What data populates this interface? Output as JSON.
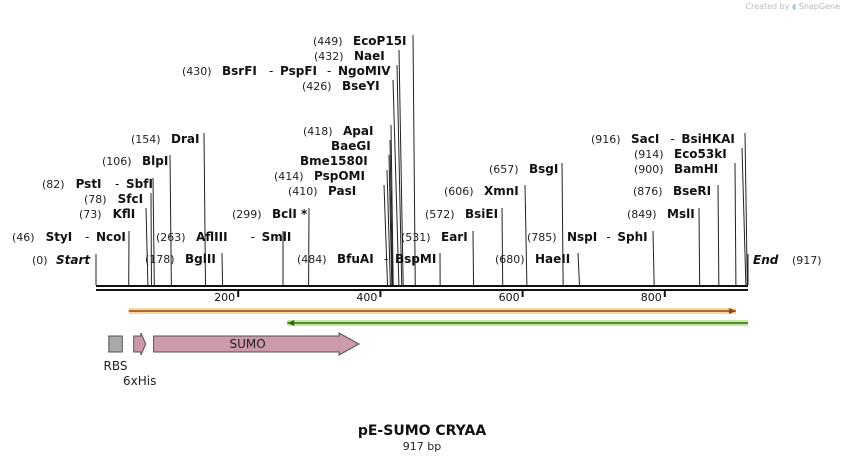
{
  "credit": {
    "prefix": "Created by",
    "brand": "SnapGene"
  },
  "title": "pE-SUMO CRYAA",
  "subtitle": "917 bp",
  "sequence_length": 917,
  "ends": {
    "start_label": "Start",
    "start_pos": "(0)",
    "end_label": "End",
    "end_pos": "(917)"
  },
  "ruler_ticks": [
    200,
    400,
    600,
    800
  ],
  "colors": {
    "forward_arrow": "#fbd5a5",
    "forward_line": "#8a4a12",
    "reverse_arrow": "#c3e9a0",
    "reverse_line": "#2e6a12",
    "sumo": "#cc9aab",
    "his": "#cc9aab",
    "rbs": "#a8a8a8"
  },
  "sites": [
    {
      "pos_label": "(46)",
      "names": [
        "StyI",
        "NcoI"
      ],
      "cut": 46
    },
    {
      "pos_label": "(73)",
      "names": [
        "KflI"
      ],
      "cut": 73
    },
    {
      "pos_label": "(78)",
      "names": [
        "SfcI"
      ],
      "cut": 78
    },
    {
      "pos_label": "(82)",
      "names": [
        "PstI",
        "SbfI"
      ],
      "cut": 82
    },
    {
      "pos_label": "(106)",
      "names": [
        "BlpI"
      ],
      "cut": 106
    },
    {
      "pos_label": "(154)",
      "names": [
        "DraI"
      ],
      "cut": 154
    },
    {
      "pos_label": "(178)",
      "names": [
        "BglII"
      ],
      "cut": 178
    },
    {
      "pos_label": "(263)",
      "names": [
        "AflIII",
        "SmlI"
      ],
      "cut": 263
    },
    {
      "pos_label": "(299)",
      "names": [
        "BclI *"
      ],
      "cut": 299
    },
    {
      "pos_label": "(410)",
      "names": [
        "PasI"
      ],
      "cut": 410
    },
    {
      "pos_label": "(414)",
      "names": [
        "PspOMI"
      ],
      "cut": 414
    },
    {
      "pos_label": "",
      "names": [
        "Bme1580I"
      ],
      "cut": 416
    },
    {
      "pos_label": "",
      "names": [
        "BaeGI"
      ],
      "cut": 417
    },
    {
      "pos_label": "(418)",
      "names": [
        "ApaI"
      ],
      "cut": 418
    },
    {
      "pos_label": "(426)",
      "names": [
        "BseYI"
      ],
      "cut": 426
    },
    {
      "pos_label": "(430)",
      "names": [
        "BsrFI",
        "PspFI",
        "NgoMIV"
      ],
      "cut": 430
    },
    {
      "pos_label": "(432)",
      "names": [
        "NaeI"
      ],
      "cut": 432
    },
    {
      "pos_label": "(449)",
      "names": [
        "EcoP15I"
      ],
      "cut": 449
    },
    {
      "pos_label": "(484)",
      "names": [
        "BfuAI",
        "BspMI"
      ],
      "cut": 484
    },
    {
      "pos_label": "(531)",
      "names": [
        "EarI"
      ],
      "cut": 531
    },
    {
      "pos_label": "(572)",
      "names": [
        "BsiEI"
      ],
      "cut": 572
    },
    {
      "pos_label": "(606)",
      "names": [
        "XmnI"
      ],
      "cut": 606
    },
    {
      "pos_label": "(657)",
      "names": [
        "BsgI"
      ],
      "cut": 657
    },
    {
      "pos_label": "(680)",
      "names": [
        "HaeII"
      ],
      "cut": 680
    },
    {
      "pos_label": "(785)",
      "names": [
        "NspI",
        "SphI"
      ],
      "cut": 785
    },
    {
      "pos_label": "(849)",
      "names": [
        "MslI"
      ],
      "cut": 849
    },
    {
      "pos_label": "(876)",
      "names": [
        "BseRI"
      ],
      "cut": 876
    },
    {
      "pos_label": "(900)",
      "names": [
        "BamHI"
      ],
      "cut": 900
    },
    {
      "pos_label": "(914)",
      "names": [
        "Eco53kI"
      ],
      "cut": 914
    },
    {
      "pos_label": "(916)",
      "names": [
        "SacI",
        "BsiHKAI"
      ],
      "cut": 916
    }
  ],
  "features": [
    {
      "name": "RBS",
      "type": "box",
      "start": 18,
      "end": 37
    },
    {
      "name": "6xHis",
      "type": "arrow",
      "start": 53,
      "end": 70
    },
    {
      "name": "SUMO",
      "type": "arrow",
      "start": 81,
      "end": 370
    }
  ],
  "orfs": [
    {
      "direction": "forward",
      "start": 46,
      "end": 900
    },
    {
      "direction": "reverse",
      "start": 269,
      "end": 917
    }
  ]
}
